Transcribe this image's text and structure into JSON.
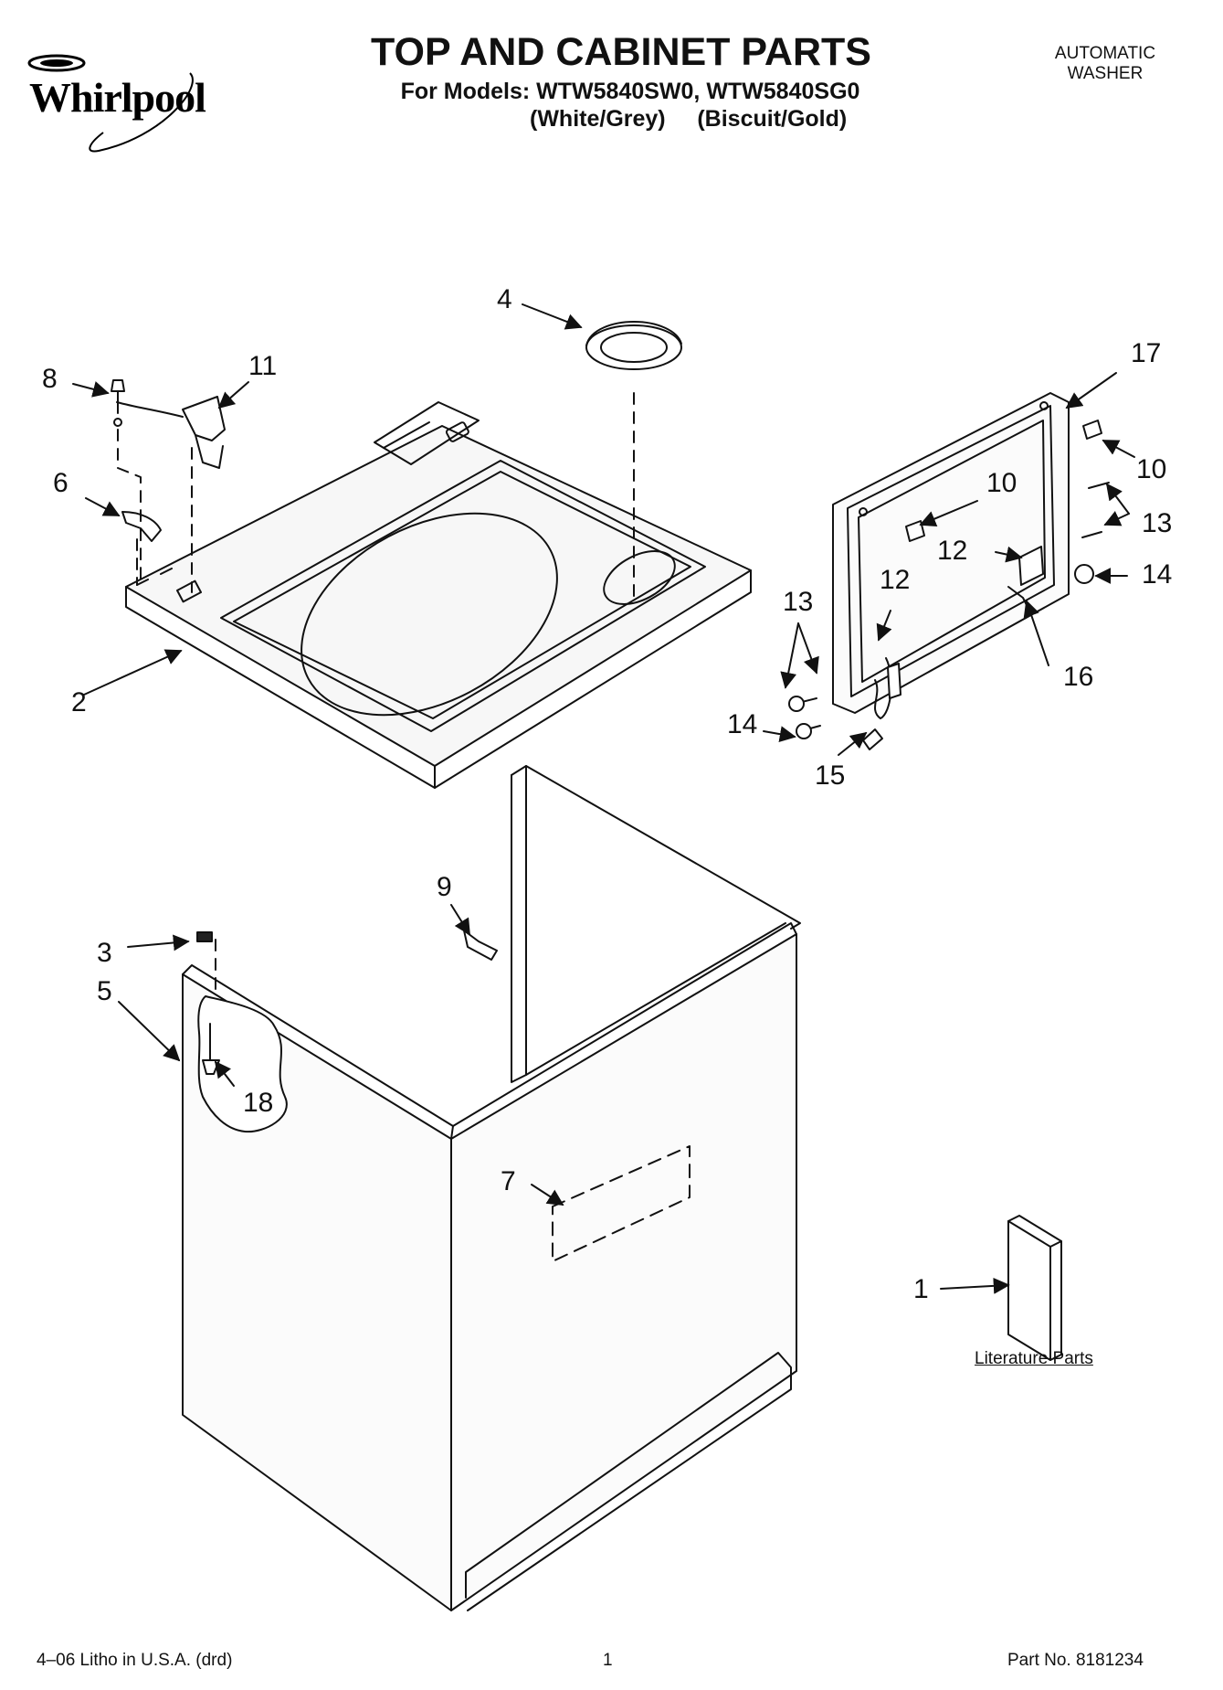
{
  "header": {
    "brand": "Whirlpool",
    "title": "TOP AND CABINET PARTS",
    "models_line": "For Models: WTW5840SW0, WTW5840SG0",
    "colors_line": "(White/Grey)     (Biscuit/Gold)",
    "product_type_line1": "AUTOMATIC",
    "product_type_line2": "WASHER"
  },
  "callouts": [
    "1",
    "2",
    "3",
    "4",
    "5",
    "6",
    "7",
    "8",
    "9",
    "10",
    "10",
    "11",
    "12",
    "12",
    "13",
    "13",
    "14",
    "14",
    "15",
    "16",
    "17",
    "18"
  ],
  "literature_label": "Literature Parts",
  "footer": {
    "litho": "4–06 Litho in U.S.A. (drd)",
    "page": "1",
    "part_no": "Part No. 8181234"
  }
}
